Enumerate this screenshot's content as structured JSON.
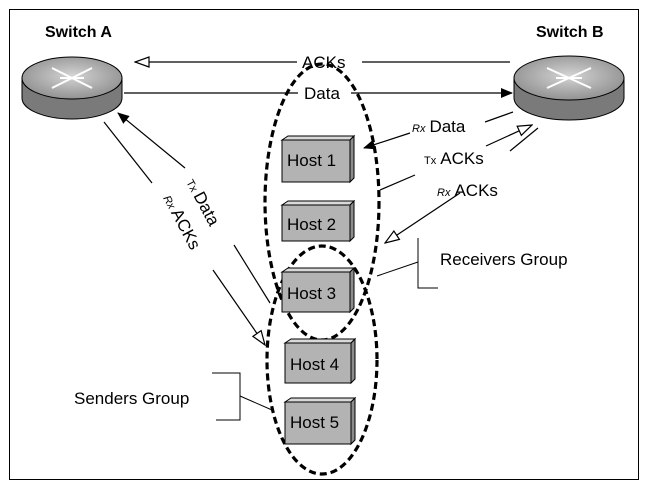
{
  "switches": {
    "a": {
      "label": "Switch A"
    },
    "b": {
      "label": "Switch B"
    }
  },
  "links": {
    "acks_top": "ACKs",
    "data_top": "Data",
    "rx": "Rx",
    "tx": "Tx",
    "data": "Data",
    "acks": "ACKs"
  },
  "hosts": [
    "Host 1",
    "Host 2",
    "Host 3",
    "Host 4",
    "Host 5"
  ],
  "groups": {
    "receivers": "Receivers Group",
    "senders": "Senders Group"
  },
  "colors": {
    "host_fill": "#b3b3b3",
    "switch_fill": "#a6a6a6"
  }
}
